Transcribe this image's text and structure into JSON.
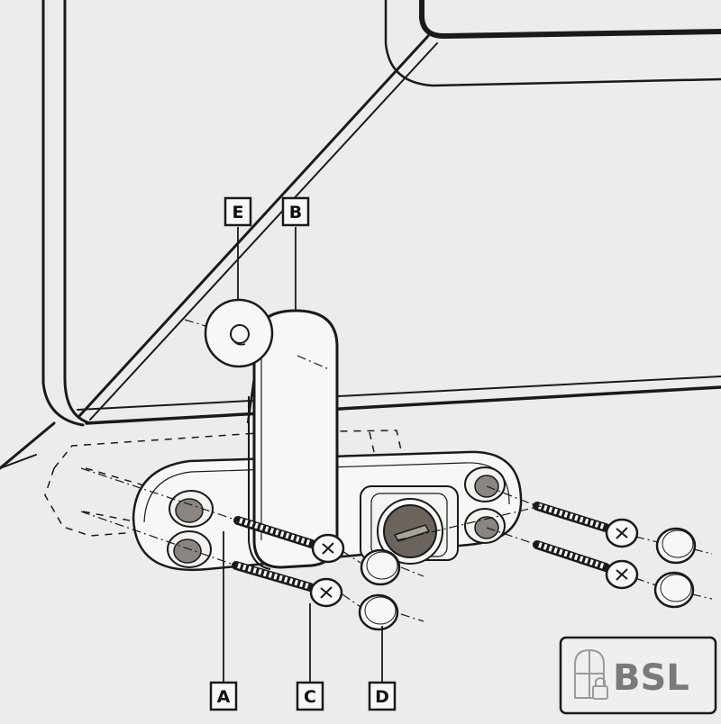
{
  "diagram": {
    "parts": [
      {
        "id": "A",
        "label": "A",
        "name": "base-plate"
      },
      {
        "id": "B",
        "label": "B",
        "name": "locking-arm"
      },
      {
        "id": "C",
        "label": "C",
        "name": "screw"
      },
      {
        "id": "D",
        "label": "D",
        "name": "screw-cap"
      },
      {
        "id": "E",
        "label": "E",
        "name": "spacer-washer"
      }
    ]
  },
  "brand": {
    "text": "BSL",
    "logo_icon": "window-and-padlock-icon"
  },
  "colors": {
    "background": "#ececea",
    "line": "#1a1a1a",
    "part_fill": "#f7f7f5",
    "screw_hole": "#8a8580",
    "lock_face": "#6b645d",
    "brand_gray": "#7a7a7a"
  }
}
